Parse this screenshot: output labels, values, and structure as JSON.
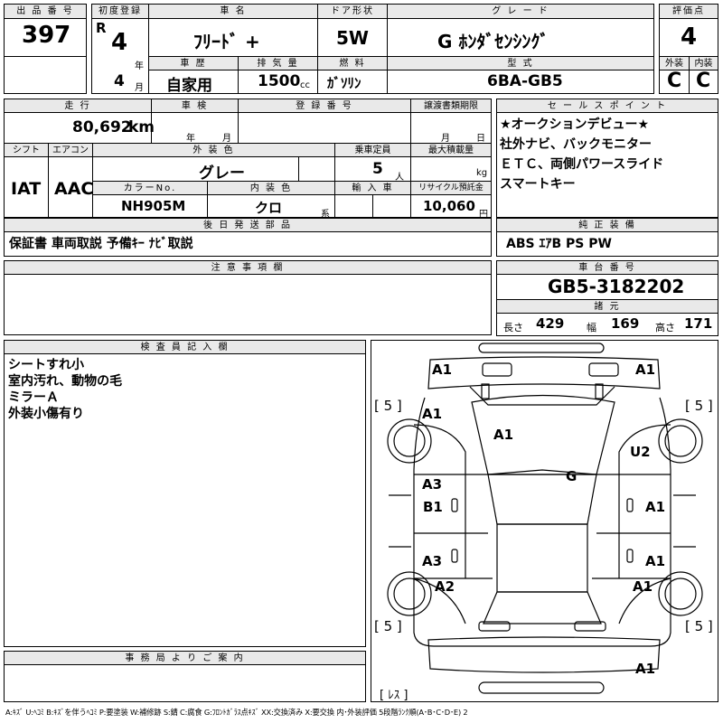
{
  "header": {
    "lot_no_label": "出 品 番 号",
    "lot_no": "397",
    "first_reg_label": "初度登録",
    "era": "R",
    "reg_year": "4",
    "year_unit": "年",
    "reg_month": "4",
    "month_unit": "月",
    "car_name_label": "車 名",
    "car_name": "ﾌﾘｰﾄﾞ +",
    "door_label": "ドア形状",
    "door": "5W",
    "grade_label": "グ レ ー ド",
    "grade": "G ﾎﾝﾀﾞｾﾝｼﾝｸﾞ",
    "score_label": "評価点",
    "score": "4",
    "history_label": "車 歴",
    "history": "自家用",
    "displacement_label": "排 気 量",
    "displacement": "1500",
    "displacement_unit": "cc",
    "fuel_label": "燃 料",
    "fuel": "ｶﾞｿﾘﾝ",
    "model_label": "型 式",
    "model": "6BA-GB5",
    "exterior_label": "外装",
    "exterior_grade": "C",
    "interior_label": "内装",
    "interior_grade": "C"
  },
  "row2": {
    "mileage_label": "走 行",
    "mileage": "80,692",
    "mileage_unit": "km",
    "inspection_label": "車 検",
    "insp_year_unit": "年",
    "insp_month_unit": "月",
    "reg_no_label": "登 録 番 号",
    "transfer_label": "譲渡書類期限",
    "transfer_month_unit": "月",
    "transfer_day_unit": "日",
    "shift_label": "シフト",
    "shift": "IAT",
    "ac_label": "エアコン",
    "ac": "AAC",
    "color_label": "外 装 色",
    "color": "グレー",
    "capacity_label": "乗車定員",
    "capacity": "5",
    "capacity_unit": "人",
    "load_label": "最大積載量",
    "load_unit": "kg",
    "color_no_label": "カラーNo.",
    "color_no": "NH905M",
    "int_color_label": "内 装 色",
    "int_color": "クロ",
    "int_color_unit": "系",
    "import_label": "輸 入 車",
    "recycle_label": "リサイクル預託金",
    "recycle": "10,060",
    "recycle_unit": "円"
  },
  "sales_points": {
    "label": "セ ー ル ス ポ イ ン ト",
    "lines": [
      "★オークションデビュー★",
      "社外ナビ、バックモニター",
      "ＥＴＣ、両側パワースライド",
      "スマートキー"
    ]
  },
  "later_parts": {
    "label": "後 日 発 送 部 品",
    "text": "保証書 車両取説 予備ｷｰ ﾅﾋﾞ取説"
  },
  "genuine_equipment": {
    "label": "純 正 装 備",
    "text": "ABS ｴｱB PS PW"
  },
  "notes": {
    "label": "注 意 事 項 欄",
    "text": ""
  },
  "chassis": {
    "label": "車 台 番 号",
    "number": "GB5-3182202"
  },
  "dimensions": {
    "label": "諸 元",
    "length_label": "長さ",
    "length": "429",
    "width_label": "幅",
    "width": "169",
    "height_label": "高さ",
    "height": "171"
  },
  "inspector": {
    "label": "検 査 員 記 入 欄",
    "lines": [
      "シートすれ小",
      "室内汚れ、動物の毛",
      "ミラーＡ",
      "外装小傷有り"
    ]
  },
  "office": {
    "label": "事 務 局 よ り ご 案 内",
    "text": ""
  },
  "diagram": {
    "marks": {
      "front_left": "A1",
      "front_right": "A1",
      "fender_left": "A1",
      "hood": "A1",
      "fender_right_rear": "U2",
      "windshield": "G",
      "door_fl_a": "A3",
      "door_fl_b": "B1",
      "door_fr": "A1",
      "door_rl": "A3",
      "door_rr": "A1",
      "quarter_left": "A2",
      "quarter_right": "A1",
      "rear_bumper": "A1"
    },
    "tires": {
      "fl": "[ 5 ]",
      "fr": "[ 5 ]",
      "rl": "[ 5 ]",
      "rr": "[ 5 ]"
    },
    "spare": "[ ﾚｽ ]"
  },
  "legend": "A:ｷｽﾞ U:ﾍｺﾐ B:ｷｽﾞを伴うﾍｺﾐ P:要塗装 W:補修跡 S:錆 C:腐食 G:ﾌﾛﾝﾄｶﾞﾗｽ点ｷｽﾞ XX:交換済み X:要交換 内･外装評価 5段階ﾗﾝｸ順(A･B･C･D･E) 2"
}
